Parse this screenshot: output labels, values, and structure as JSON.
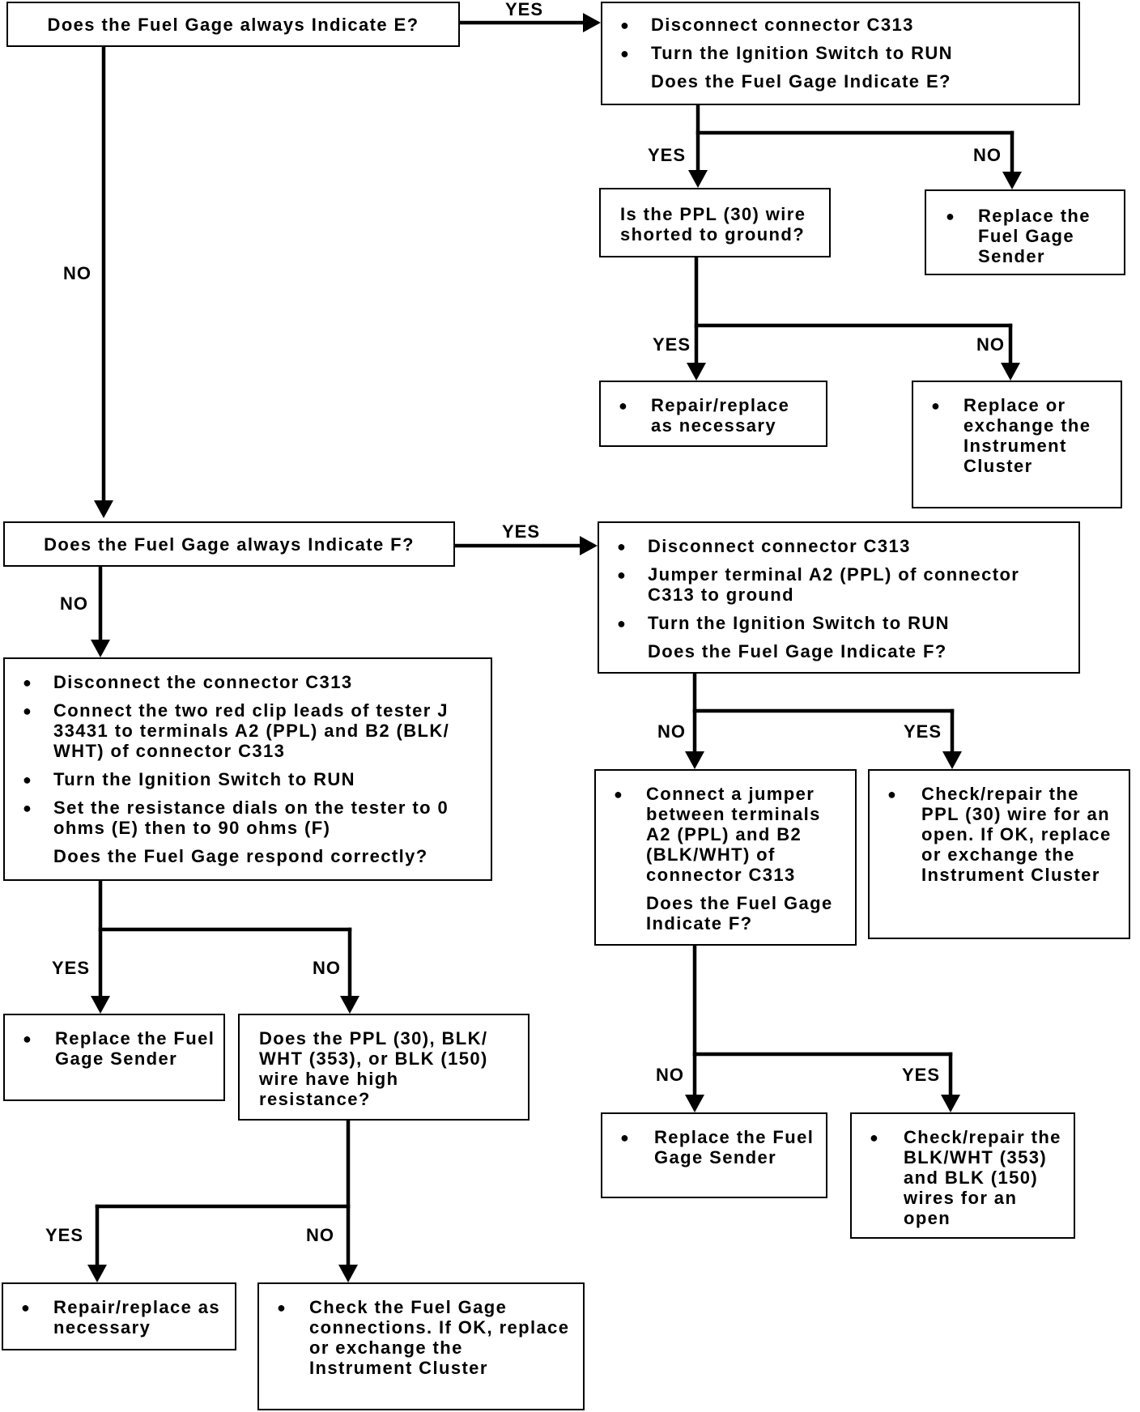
{
  "flowchart": {
    "nodes": {
      "q_empty": {
        "question": "Does the Fuel Gage always Indicate E?"
      },
      "test_e": {
        "steps": [
          "Disconnect connector C313",
          "Turn the Ignition Switch to RUN"
        ],
        "question": "Does the Fuel Gage Indicate E?"
      },
      "q_short": {
        "text": "Is the PPL (30) wire shorted to ground?"
      },
      "replace_sender_1": {
        "steps": [
          "Replace the Fuel Gage Sender"
        ]
      },
      "repair_1": {
        "steps": [
          "Repair/replace as necessary"
        ]
      },
      "replace_cluster_1": {
        "steps": [
          "Replace or exchange the Instrument Cluster"
        ]
      },
      "q_full": {
        "question": "Does the Fuel Gage always Indicate F?"
      },
      "test_f": {
        "steps": [
          "Disconnect connector C313",
          "Jumper terminal A2 (PPL) of connector C313 to ground",
          "Turn the Ignition Switch to RUN"
        ],
        "question": "Does the Fuel Gage Indicate F?"
      },
      "test_tester": {
        "steps": [
          "Disconnect the connector C313",
          "Connect the two red clip leads of tester J 33431 to terminals A2 (PPL) and B2 (BLK/ WHT) of connector C313",
          "Turn the Ignition Switch to RUN",
          "Set the resistance dials on the tester to 0 ohms (E) then to 90 ohms (F)"
        ],
        "question": "Does the Fuel Gage respond correctly?"
      },
      "test_jumper": {
        "steps": [
          "Connect a jumper between terminals A2 (PPL) and B2 (BLK/WHT) of connector C313"
        ],
        "question": "Does the Fuel Gage Indicate F?"
      },
      "check_ppl_open": {
        "steps": [
          "Check/repair the PPL (30) wire for an open. If OK, replace or exchange the Instrument Cluster"
        ]
      },
      "replace_sender_2": {
        "steps": [
          "Replace the Fuel Gage Sender"
        ]
      },
      "q_resistance": {
        "text": "Does the PPL (30), BLK/ WHT (353), or BLK (150) wire have high resistance?"
      },
      "replace_sender_3": {
        "steps": [
          "Replace the Fuel Gage Sender"
        ]
      },
      "check_blk_open": {
        "steps": [
          "Check/repair the BLK/WHT (353) and BLK (150) wires for an open"
        ]
      },
      "repair_2": {
        "steps": [
          "Repair/replace as necessary"
        ]
      },
      "check_connections": {
        "steps": [
          "Check the Fuel Gage connections. If OK, replace or exchange the Instrument Cluster"
        ]
      }
    },
    "branch_labels": {
      "yes": "YES",
      "no": "NO"
    },
    "bullet": "●"
  }
}
